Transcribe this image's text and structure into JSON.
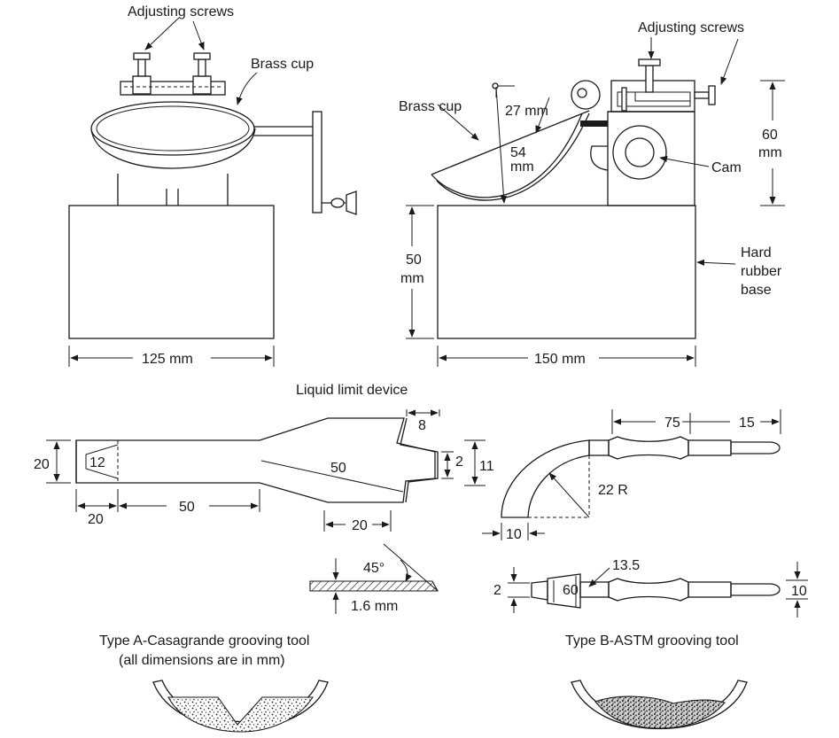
{
  "labels": {
    "adjusting_screws_left": "Adjusting screws",
    "brass_cup_left": "Brass cup",
    "adjusting_screws_right": "Adjusting screws",
    "brass_cup_right": "Brass cup",
    "dim_27": "27 mm",
    "dim_54_a": "54",
    "dim_54_b": "mm",
    "dim_60_a": "60",
    "dim_60_b": "mm",
    "cam": "Cam",
    "dim_50_a": "50",
    "dim_50_b": "mm",
    "hard_a": "Hard",
    "hard_b": "rubber",
    "hard_c": "base",
    "dim_125": "125 mm",
    "dim_150": "150 mm",
    "liquid_limit_device": "Liquid limit device",
    "a_20_height": "20",
    "a_12": "12",
    "a_50_diag": "50",
    "a_8": "8",
    "a_2": "2",
    "a_11": "11",
    "a_20_bottom": "20",
    "a_50_bottom": "50",
    "a_20_tip": "20",
    "angle_45": "45°",
    "thick_16": "1.6 mm",
    "type_a_title": "Type A-Casagrande grooving tool",
    "type_a_note": "(all dimensions are in mm)",
    "b_75": "75",
    "b_15": "15",
    "b_22r": "22 R",
    "b_10": "10",
    "b_135": "13.5",
    "b_2": "2",
    "b_60": "60",
    "b_10_right": "10",
    "type_b_title": "Type B-ASTM grooving tool"
  }
}
